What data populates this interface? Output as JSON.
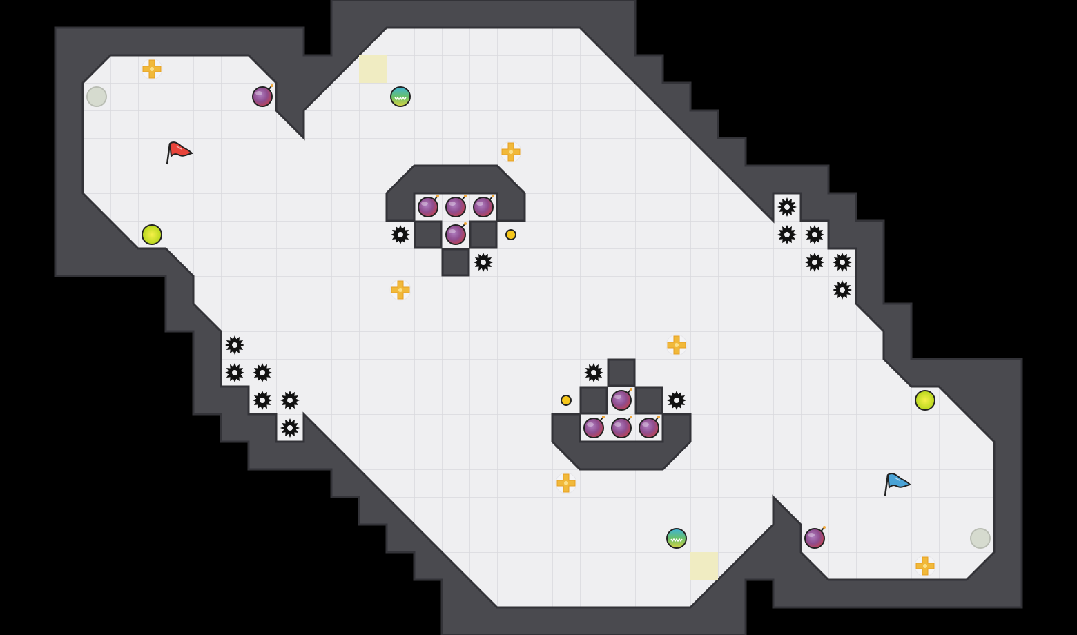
{
  "map": {
    "colors": {
      "background": "#000000",
      "wall": "#4a4a4f",
      "wall_edge": "#333338",
      "floor": "#efeff1",
      "grid": "#d9d9dd",
      "pad": "#f0ecc2"
    },
    "flags": [
      {
        "team": "red",
        "color": "#e8443a",
        "icon": "flag-icon",
        "col": 6,
        "row": 5
      },
      {
        "team": "blue",
        "color": "#4aa3d6",
        "icon": "flag-icon",
        "col": 32,
        "row": 17
      }
    ],
    "spawn_pads": [
      {
        "col": 3,
        "row": 3
      },
      {
        "col": 35,
        "row": 19
      }
    ],
    "gates": [
      {
        "col": 13,
        "row": 2
      },
      {
        "col": 25,
        "row": 20
      }
    ],
    "buttons": [
      {
        "col": 18,
        "row": 8
      },
      {
        "col": 20,
        "row": 14
      }
    ],
    "speed_pads": [
      {
        "col": 5,
        "row": 8
      },
      {
        "col": 33,
        "row": 14
      }
    ],
    "jukejuice_pads": [
      {
        "col": 14,
        "row": 3
      },
      {
        "col": 24,
        "row": 19
      }
    ],
    "inactive_pads": [
      {
        "col": 3,
        "row": 3
      },
      {
        "col": 35,
        "row": 19
      }
    ],
    "powerups": [
      {
        "col": 5,
        "row": 2
      },
      {
        "col": 18,
        "row": 5
      },
      {
        "col": 14,
        "row": 10
      },
      {
        "col": 24,
        "row": 12
      },
      {
        "col": 20,
        "row": 17
      },
      {
        "col": 33,
        "row": 20
      }
    ],
    "bombs": [
      {
        "col": 9,
        "row": 3
      },
      {
        "col": 15,
        "row": 7
      },
      {
        "col": 16,
        "row": 7
      },
      {
        "col": 17,
        "row": 7
      },
      {
        "col": 16,
        "row": 8
      },
      {
        "col": 22,
        "row": 14
      },
      {
        "col": 21,
        "row": 15
      },
      {
        "col": 22,
        "row": 15
      },
      {
        "col": 23,
        "row": 15
      },
      {
        "col": 29,
        "row": 19
      }
    ],
    "spikes": [
      {
        "col": 14,
        "row": 8
      },
      {
        "col": 17,
        "row": 9
      },
      {
        "col": 28,
        "row": 7
      },
      {
        "col": 28,
        "row": 8
      },
      {
        "col": 29,
        "row": 8
      },
      {
        "col": 29,
        "row": 9
      },
      {
        "col": 30,
        "row": 9
      },
      {
        "col": 30,
        "row": 10
      },
      {
        "col": 8,
        "row": 12
      },
      {
        "col": 8,
        "row": 13
      },
      {
        "col": 9,
        "row": 13
      },
      {
        "col": 9,
        "row": 14
      },
      {
        "col": 10,
        "row": 14
      },
      {
        "col": 10,
        "row": 15
      },
      {
        "col": 21,
        "row": 13
      },
      {
        "col": 24,
        "row": 14
      }
    ],
    "wall_blocks": [
      {
        "col": 15,
        "row": 8
      },
      {
        "col": 17,
        "row": 8
      },
      {
        "col": 16,
        "row": 9
      },
      {
        "col": 22,
        "row": 13
      },
      {
        "col": 21,
        "row": 14
      },
      {
        "col": 23,
        "row": 14
      }
    ]
  }
}
